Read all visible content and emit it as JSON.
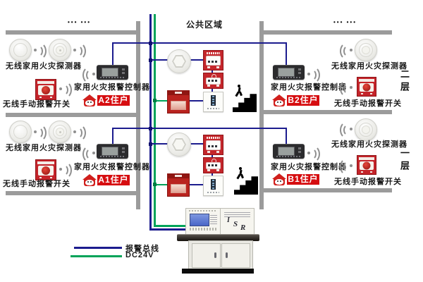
{
  "colors": {
    "alarm_bus_blue": "#1c1c8e",
    "dc24v_green": "#00a359",
    "wall_gray": "#9b9b9b",
    "device_red": "#c4242a",
    "badge_red": "#d60d10"
  },
  "header": {
    "public_area_label": "公共区域",
    "ellipsis": "••• •••"
  },
  "common_labels": {
    "detector": "无线家用火灾探测器",
    "manual_switch": "无线手动报警开关",
    "controller": "家用火灾报警控制器"
  },
  "households": {
    "a2": "A2住户",
    "b2": "B2住户",
    "a1": "A1住户",
    "b1": "B1住户"
  },
  "floors": {
    "second": "二层",
    "first": "一层"
  },
  "legend": {
    "alarm_bus": "报警总线",
    "dc_power": "DC24V"
  },
  "cabinet": {
    "logo_i": "I",
    "logo_s": "S",
    "logo_r": "R"
  }
}
